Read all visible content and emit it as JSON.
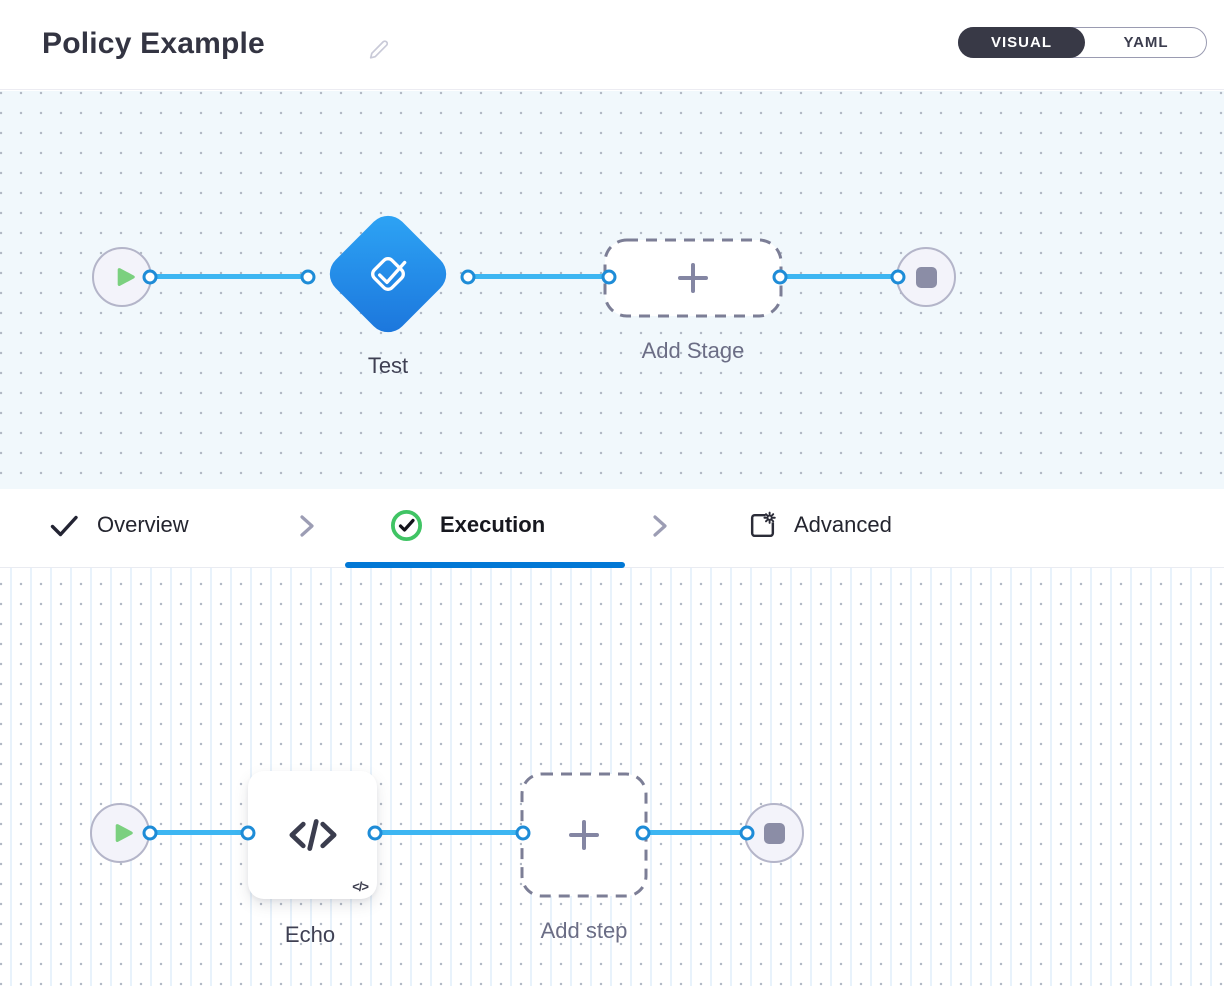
{
  "header": {
    "title": "Policy Example",
    "toggle": {
      "visual_label": "VISUAL",
      "yaml_label": "YAML",
      "selected": "VISUAL"
    }
  },
  "stage_graph": {
    "stage_label": "Test",
    "add_stage_label": "Add Stage"
  },
  "tabs": {
    "overview_label": "Overview",
    "execution_label": "Execution",
    "advanced_label": "Advanced",
    "active": "Execution"
  },
  "step_graph": {
    "step_label": "Echo",
    "add_step_label": "Add step",
    "mini_code_glyph": "</>"
  },
  "colors": {
    "accent_blue": "#0278d5",
    "wire_blue": "#3db6f2",
    "port_blue": "#1e8cd7",
    "stage_gradient_top": "#2ea6f6",
    "stage_gradient_bottom": "#1b74db",
    "success_green": "#40c464",
    "play_green": "#7bd07f",
    "toggle_dark": "#383946",
    "dark_text": "#333442",
    "muted_text": "#6b6d85"
  }
}
